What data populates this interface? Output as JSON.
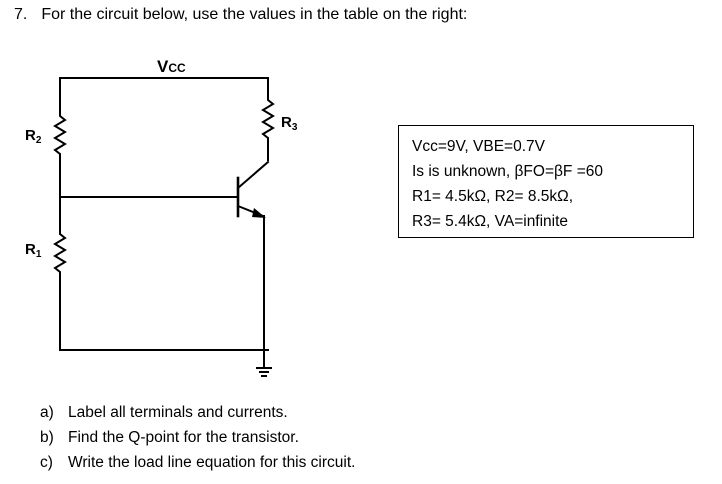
{
  "question": {
    "number": "7.",
    "prompt": "For the circuit below, use the values in the table on the right:"
  },
  "circuit": {
    "supply_label_main": "V",
    "supply_label_sub": "CC",
    "r1_label": "R",
    "r1_sub": "1",
    "r2_label": "R",
    "r2_sub": "2",
    "r3_label": "R",
    "r3_sub": "3"
  },
  "values": {
    "line1": "Vcc=9V, VBE=0.7V",
    "line2": "Is is unknown, βFO=βF =60",
    "line3": "R1= 4.5kΩ, R2= 8.5kΩ,",
    "line4": "R3= 5.4kΩ, VA=infinite"
  },
  "parts": [
    {
      "letter": "a)",
      "text": "Label all terminals and currents."
    },
    {
      "letter": "b)",
      "text": "Find the Q-point for the transistor."
    },
    {
      "letter": "c)",
      "text": "Write the load line equation for this circuit."
    }
  ],
  "colors": {
    "ink": "#000000",
    "background": "#ffffff"
  }
}
